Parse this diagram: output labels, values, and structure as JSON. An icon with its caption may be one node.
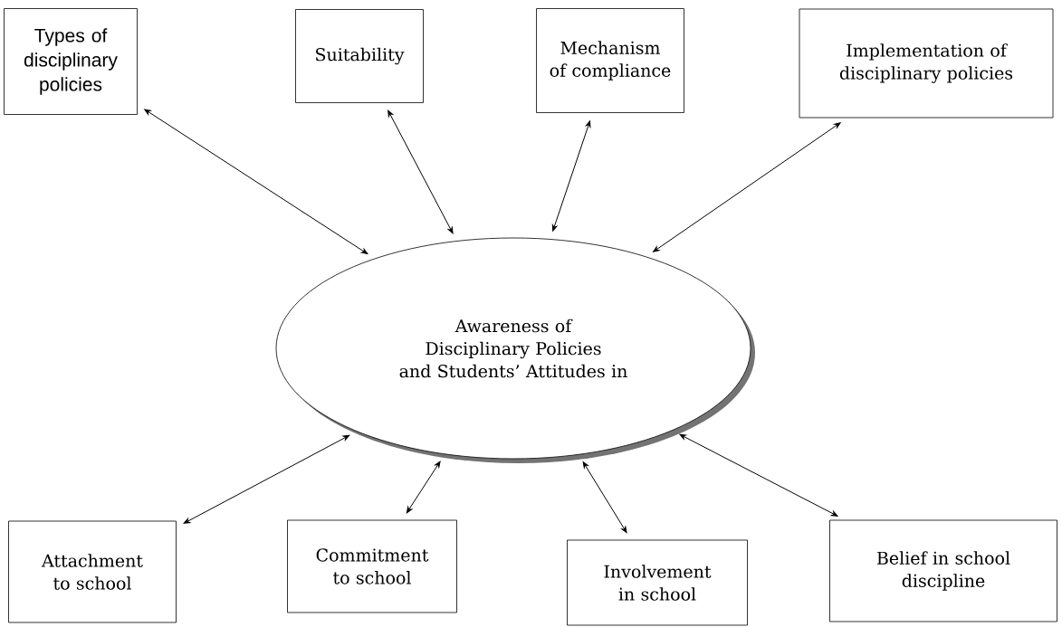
{
  "diagram": {
    "nodes": [
      {
        "text": [
          "Types of disciplinary policies"
        ]
      },
      {
        "text": [
          "Suitability"
        ]
      },
      {
        "text": [
          "Mechanism of compliance"
        ]
      },
      {
        "text": [
          "Implementation of disciplinary policies"
        ]
      },
      {
        "text": [
          "Awareness of Disciplinary Policies and Students’ Attitudes in"
        ]
      },
      {
        "text": [
          "Attachment to school"
        ]
      },
      {
        "text": [
          "Commitment to school"
        ]
      },
      {
        "text": [
          "Involvement in school"
        ]
      },
      {
        "text": [
          "Belief in school discipline"
        ]
      }
    ],
    "edges": [
      {
        "from": 0,
        "to": 4,
        "arrow": "both"
      },
      {
        "from": 1,
        "to": 4,
        "arrow": "both"
      },
      {
        "from": 2,
        "to": 4,
        "arrow": "both"
      },
      {
        "from": 3,
        "to": 4,
        "arrow": "both"
      },
      {
        "from": 5,
        "to": 4,
        "arrow": "both"
      },
      {
        "from": 6,
        "to": 4,
        "arrow": "both"
      },
      {
        "from": 7,
        "to": 4,
        "arrow": "both"
      },
      {
        "from": 8,
        "to": 4,
        "arrow": "both"
      }
    ]
  }
}
